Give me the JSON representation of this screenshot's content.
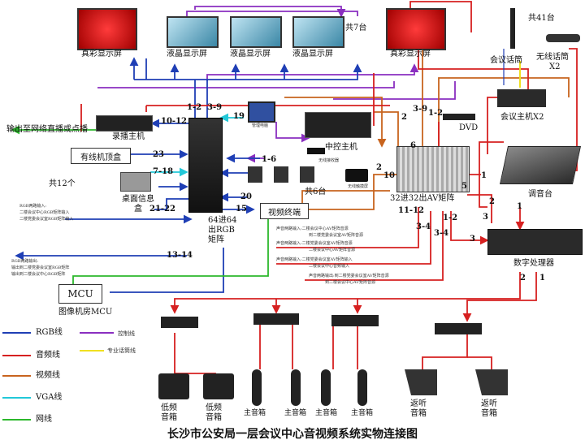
{
  "title": "长沙市公安局一层会议中心音视频系统实物连接图",
  "displays": {
    "red_left": "真彩显示屏",
    "red_right": "真彩显示屏",
    "lcd1": "液晶显示屏",
    "lcd2": "液晶显示屏",
    "lcd3": "液晶显示屏",
    "lcd_count": "共7台"
  },
  "mics": {
    "conf_mic": "会议话筒",
    "mic_count": "共41台",
    "wireless": "无线话筒",
    "wireless_count": "X2",
    "host": "会议主机X2"
  },
  "devices": {
    "recorder": "录播主机",
    "output_net": "输出至网络直播或点播",
    "wired_box": "有线机顶盒",
    "desk_box": "桌面信息盒",
    "desk_count": "共12个",
    "rgb_matrix": "64进64出RGB矩阵",
    "pc": "管理电脑",
    "control_host": "中控主机",
    "wireless_rx": "无线接收器",
    "wireless_tp": "无线触摸屏",
    "cameras": "共6台",
    "video_terminal": "视频终端",
    "av_matrix": "32进32出AV矩阵",
    "dvd": "DVD",
    "mixer": "调音台",
    "dsp": "数字处理器",
    "mcu": "MCU",
    "mcu_room": "图像机房MCU"
  },
  "speakers": {
    "sub1": "低频音箱",
    "sub2": "低频音箱",
    "main1": "主音箱",
    "main2": "主音箱",
    "main3": "主音箱",
    "main4": "主音箱",
    "mon1": "返听音箱",
    "mon2": "返听音箱"
  },
  "rgb_notes": {
    "in_head": "RGB两路输入:",
    "in1": "二楼会议中心RGB矩阵输入",
    "in2": "二楼党委会议室RGB矩阵输入",
    "out_head": "RGB两路输出:",
    "out1": "输出到二楼党委会议室RGB矩阵",
    "out2": "输出到二楼会议中心RGB矩阵"
  },
  "av_notes": {
    "a1": "声音两路输入:二楼会议中心AV矩阵音源",
    "a2": "到二楼党委会议室AV矩阵音源",
    "a3": "声音两路输入:二楼党委会议室AV矩阵音源",
    "a4": "二楼会议中心AV矩阵音源",
    "a5": "声音两路输入:二楼党委会议室AV矩阵输入",
    "a6": "二楼会议中心音频输入",
    "a7": "声音两路输出:到二楼党委会议室AV矩阵音源",
    "a8": "到二楼会议中心AV矩阵音源"
  },
  "numbers": {
    "n12a": "1-2",
    "n39a": "3-9",
    "n1012": "10-12",
    "n19": "19",
    "n23": "23",
    "n718": "7-18",
    "n16": "1-6",
    "n2122": "21-22",
    "n20": "20",
    "n15": "15",
    "n1314": "13-14",
    "n2": "2",
    "n39b": "3-9",
    "n12b": "1-2",
    "n6": "6",
    "n2b": "2",
    "n10": "10",
    "n1112": "11-12",
    "n34a": "3-4",
    "n34b": "3-4",
    "n12c": "1-2",
    "n5": "5",
    "n1": "1",
    "n2c": "2",
    "n3": "3",
    "n3b": "3",
    "n2d": "2",
    "n1b": "1",
    "n1c": "1"
  },
  "legend": {
    "rgb": "RGB线",
    "control": "控制线",
    "audio": "音频线",
    "spk": "专业话筒线",
    "video": "视频线",
    "vga": "VGA线",
    "net": "网线"
  },
  "colors": {
    "rgb": "#1f3fb5",
    "audio": "#d62020",
    "video": "#c8641e",
    "vga": "#22c8d8",
    "net": "#2cb82c",
    "control": "#8a2fc0",
    "mic": "#f0e020"
  }
}
